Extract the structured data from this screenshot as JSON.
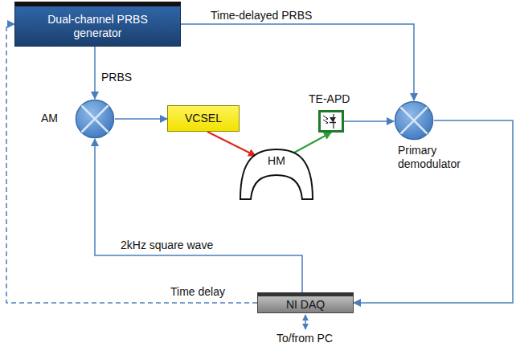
{
  "diagram": {
    "nodes": [
      {
        "text": [
          "Dual-channel PRBS generator"
        ]
      },
      {
        "text": [
          "AM"
        ]
      },
      {
        "text": [
          "VCSEL"
        ]
      },
      {
        "text": [
          "TE-APD"
        ]
      },
      {
        "text": [
          "Primary demodulator"
        ]
      },
      {
        "text": [
          "HM"
        ]
      },
      {
        "text": [
          "NI DAQ"
        ]
      }
    ],
    "edges": [
      {
        "from": 0,
        "to": 1,
        "label": "PRBS",
        "arrow": "to"
      },
      {
        "from": 0,
        "to": 4,
        "label": "Time-delayed PRBS",
        "arrow": "to"
      },
      {
        "from": 1,
        "to": 2,
        "arrow": "to"
      },
      {
        "from": 2,
        "to": 5,
        "arrow": "to"
      },
      {
        "from": 5,
        "to": 3,
        "arrow": "to"
      },
      {
        "from": 3,
        "to": 4,
        "arrow": "to"
      },
      {
        "from": 4,
        "to": 6,
        "arrow": "to"
      },
      {
        "from": 6,
        "to": 1,
        "label": "2kHz square wave",
        "arrow": "to"
      },
      {
        "from": 6,
        "to": 0,
        "label": "Time delay",
        "arrow": "to"
      }
    ],
    "labels": [
      "To/from PC"
    ]
  }
}
